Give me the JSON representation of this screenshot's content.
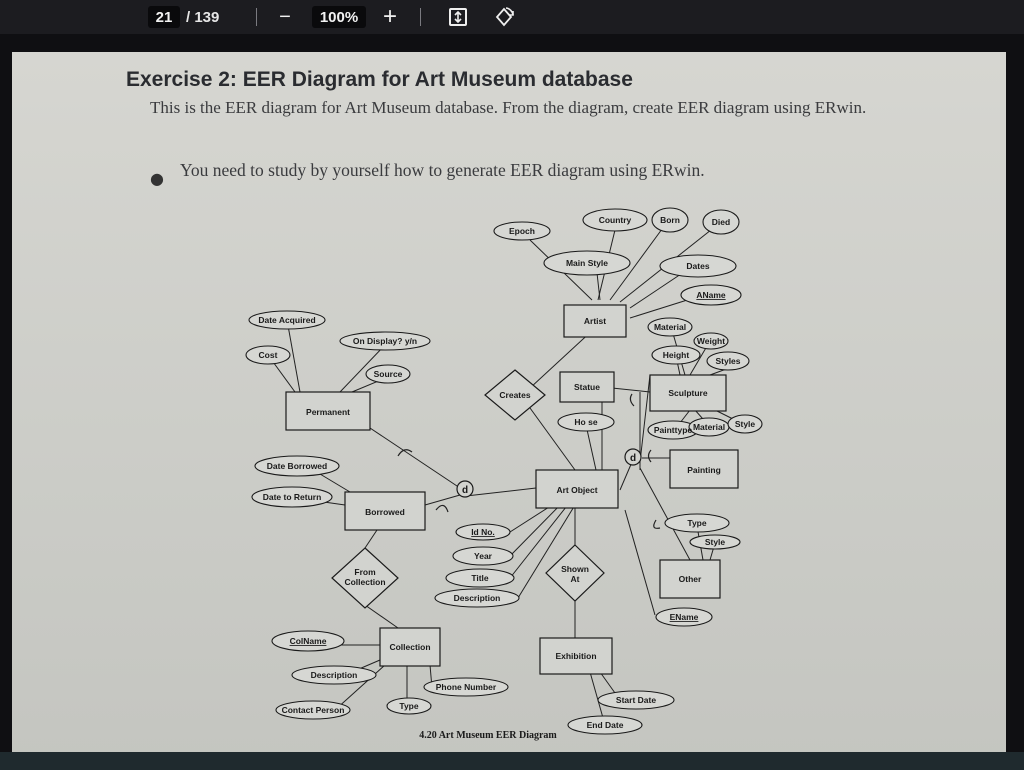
{
  "toolbar": {
    "current_page": "21",
    "page_total": "/ 139",
    "zoom_out_icon": "minus-icon",
    "zoom": "100%",
    "zoom_in_icon": "plus-icon",
    "fit_icon": "fit-page-icon",
    "rotate_icon": "rotate-icon"
  },
  "document": {
    "heading": "Exercise 2: EER Diagram for Art Museum database",
    "paragraph": "This is the EER diagram for Art Museum database. From the diagram, create EER diagram using ERwin.",
    "bullet": "You need to study by yourself how to generate EER diagram using ERwin."
  },
  "diagram": {
    "caption": "4.20 Art Museum EER Diagram",
    "entities": {
      "artist": "Artist",
      "permanent": "Permanent",
      "borrowed": "Borrowed",
      "collection": "Collection",
      "art_object": "Art Object",
      "statue": "Statue",
      "sculpture": "Sculpture",
      "painting": "Painting",
      "other": "Other",
      "exhibition": "Exhibition"
    },
    "relationships": {
      "creates": "Creates",
      "from_collection_1": "From",
      "from_collection_2": "Collection",
      "shown_at_1": "Shown",
      "shown_at_2": "At"
    },
    "disjoint": {
      "d1": "d",
      "d2": "d"
    },
    "attributes": {
      "epoch": "Epoch",
      "country": "Country",
      "born": "Born",
      "died": "Died",
      "main_style": "Main Style",
      "dates": "Dates",
      "aname": "AName",
      "date_acquired": "Date Acquired",
      "on_display": "On Display? y/n",
      "cost": "Cost",
      "source": "Source",
      "material": "Material",
      "weight": "Weight",
      "height": "Height",
      "styles": "Styles",
      "house": "Ho  se",
      "painttype": "Painttype",
      "material2": "Material",
      "style": "Style",
      "date_borrowed": "Date Borrowed",
      "date_to_return": "Date to Return",
      "id_no": "Id No.",
      "year": "Year",
      "title": "Title",
      "description": "Description",
      "type": "Type",
      "style2": "Style",
      "ename": "EName",
      "colname": "ColName",
      "col_description": "Description",
      "phone_number": "Phone Number",
      "contact_person": "Contact Person",
      "col_type": "Type",
      "start_date": "Start Date",
      "end_date": "End Date"
    }
  }
}
